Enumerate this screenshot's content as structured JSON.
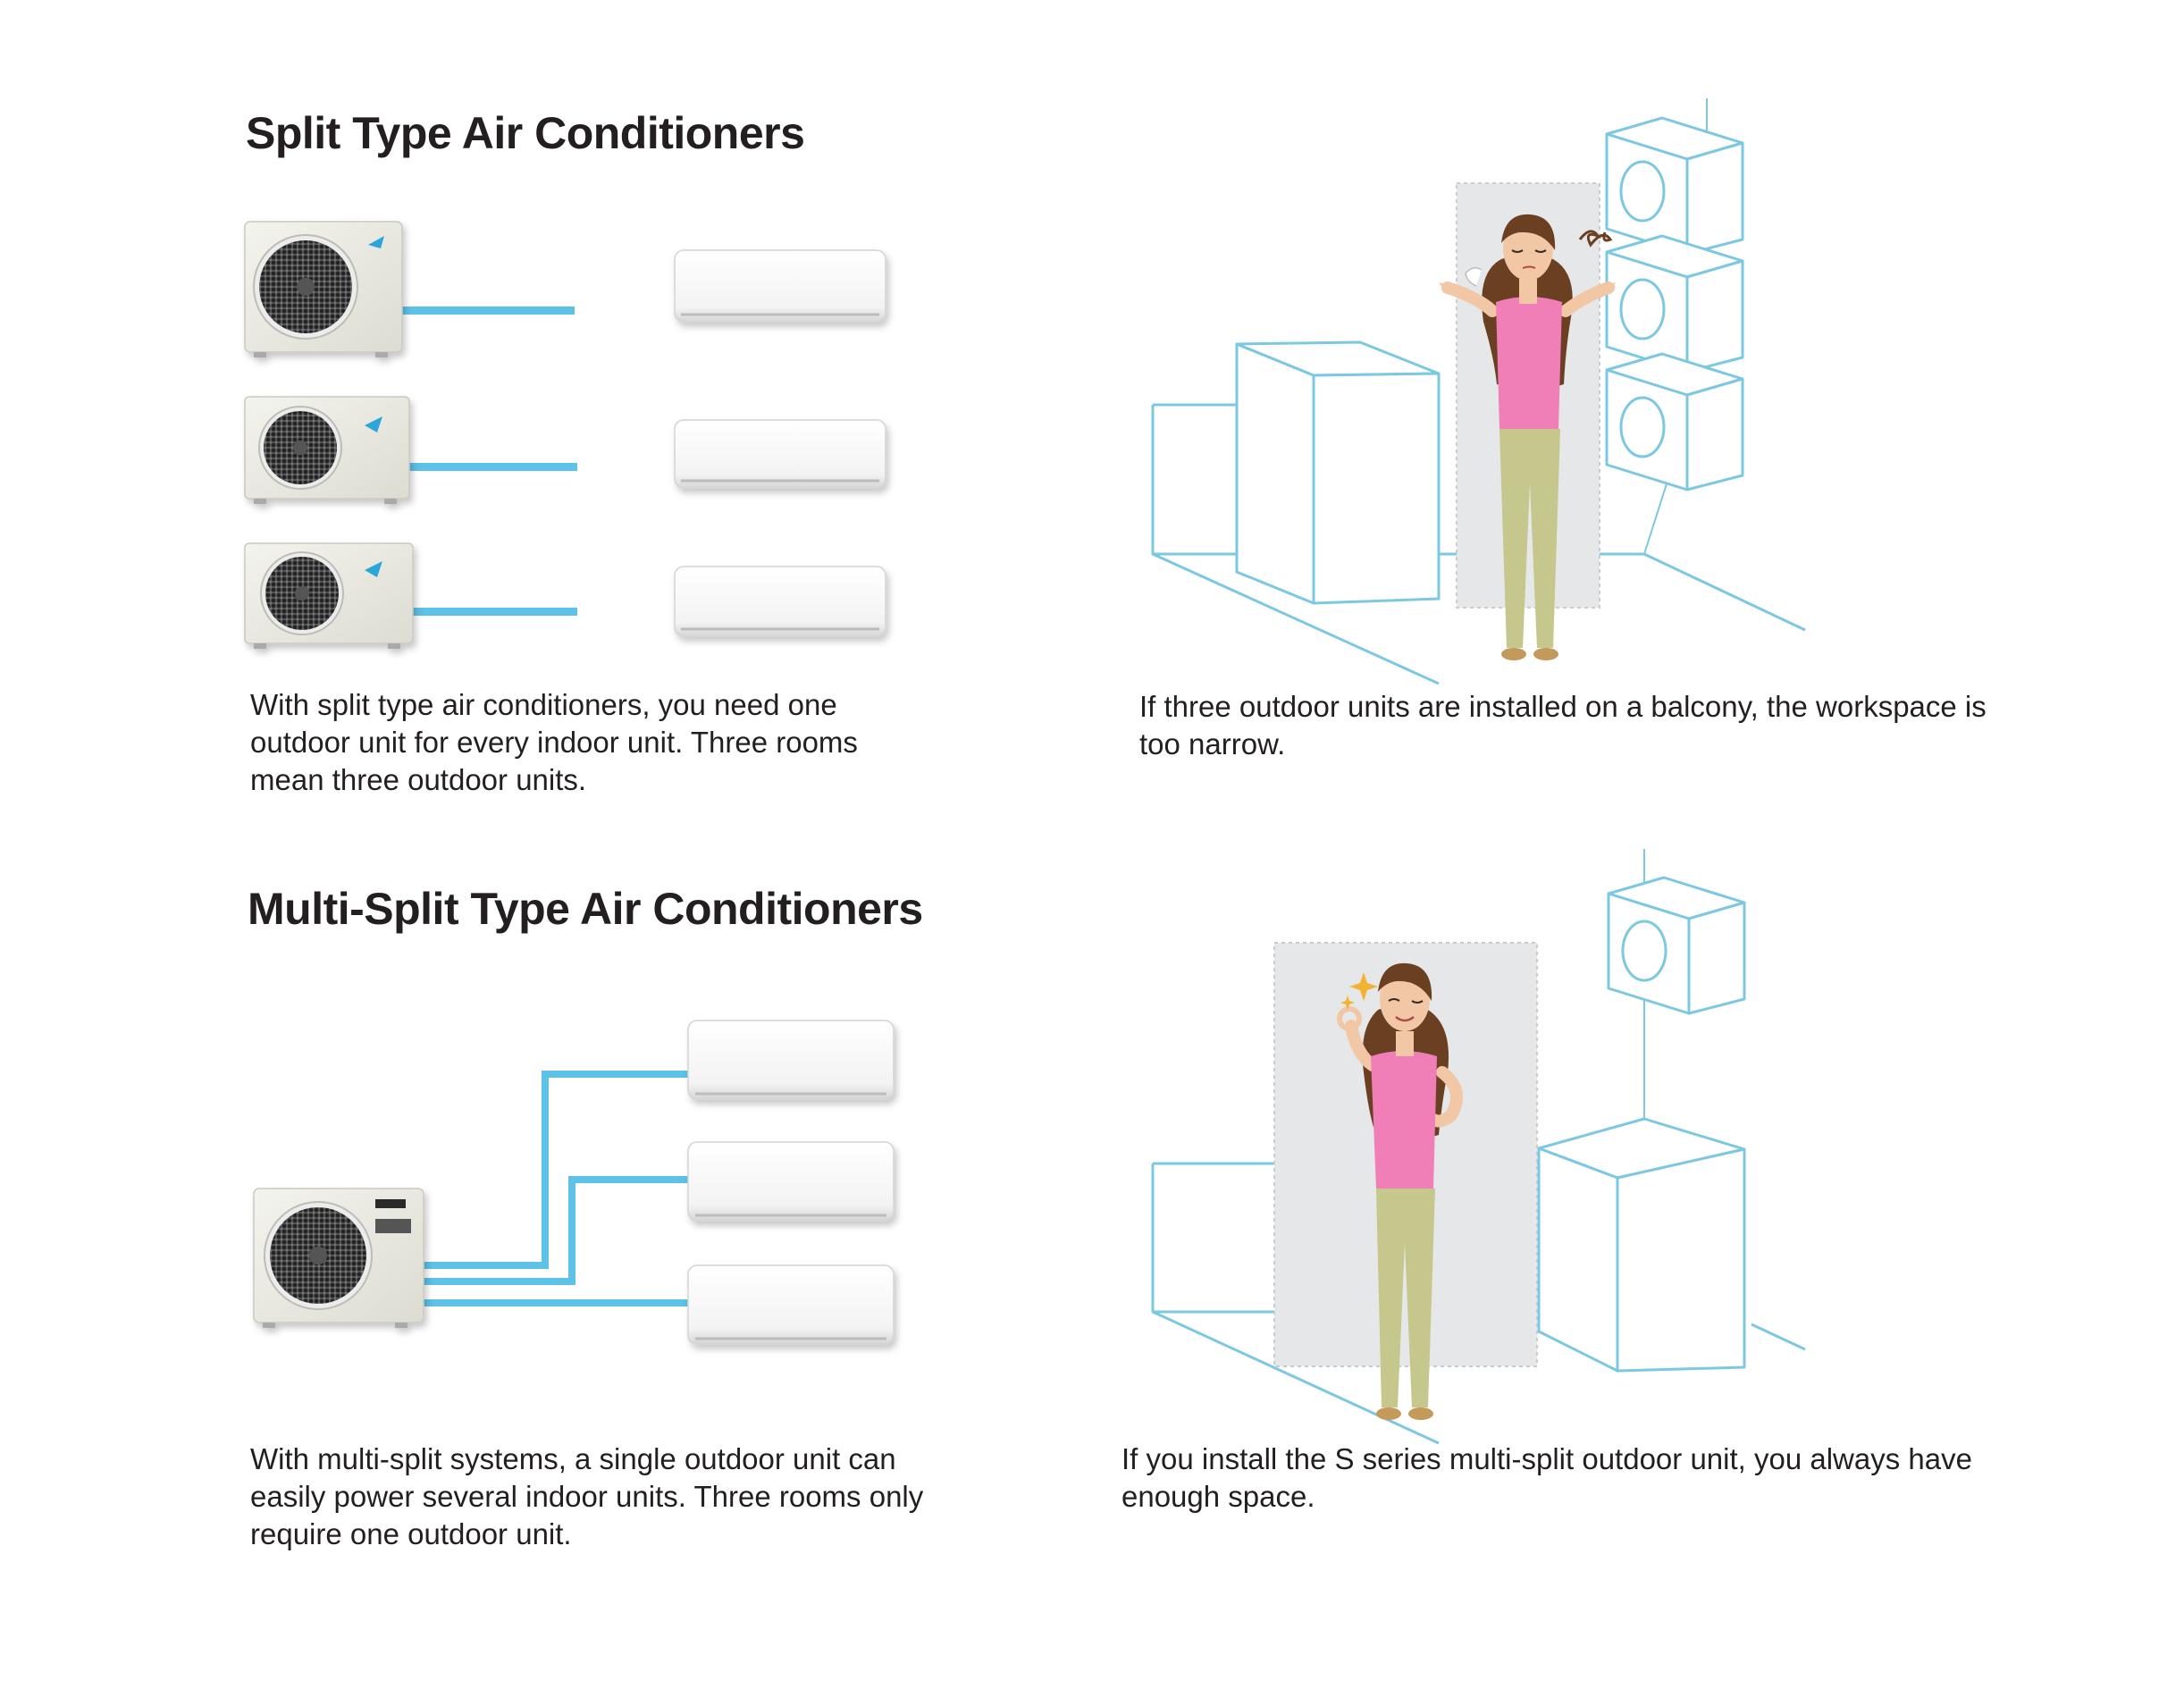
{
  "split": {
    "title": "Split Type Air Conditioners",
    "caption": "With split type air conditioners, you need one outdoor unit for every indoor unit. Three rooms mean three outdoor units.",
    "scene_caption": "If three outdoor units are installed on a balcony, the workspace is too narrow."
  },
  "multi": {
    "title": "Multi-Split Type Air Conditioners",
    "caption": "With multi-split systems, a single outdoor unit can easily power several indoor units. Three rooms only require one outdoor unit.",
    "scene_caption": "If you install the S series multi-split outdoor unit, you always have enough space."
  },
  "colors": {
    "pipe": "#5ec1e6",
    "outline": "#7cc8e3",
    "person_shirt": "#f07fb8",
    "person_pants": "#c5c78c",
    "person_hair": "#6b3f22",
    "workspace": "#e6e7e8",
    "text": "#231f20"
  },
  "icons": {
    "outdoor_unit": "outdoor-unit-icon",
    "indoor_unit": "indoor-unit-icon",
    "person": "woman-figure-icon",
    "confused_mark": "squiggle-icon",
    "sparkle": "sparkle-icon"
  }
}
